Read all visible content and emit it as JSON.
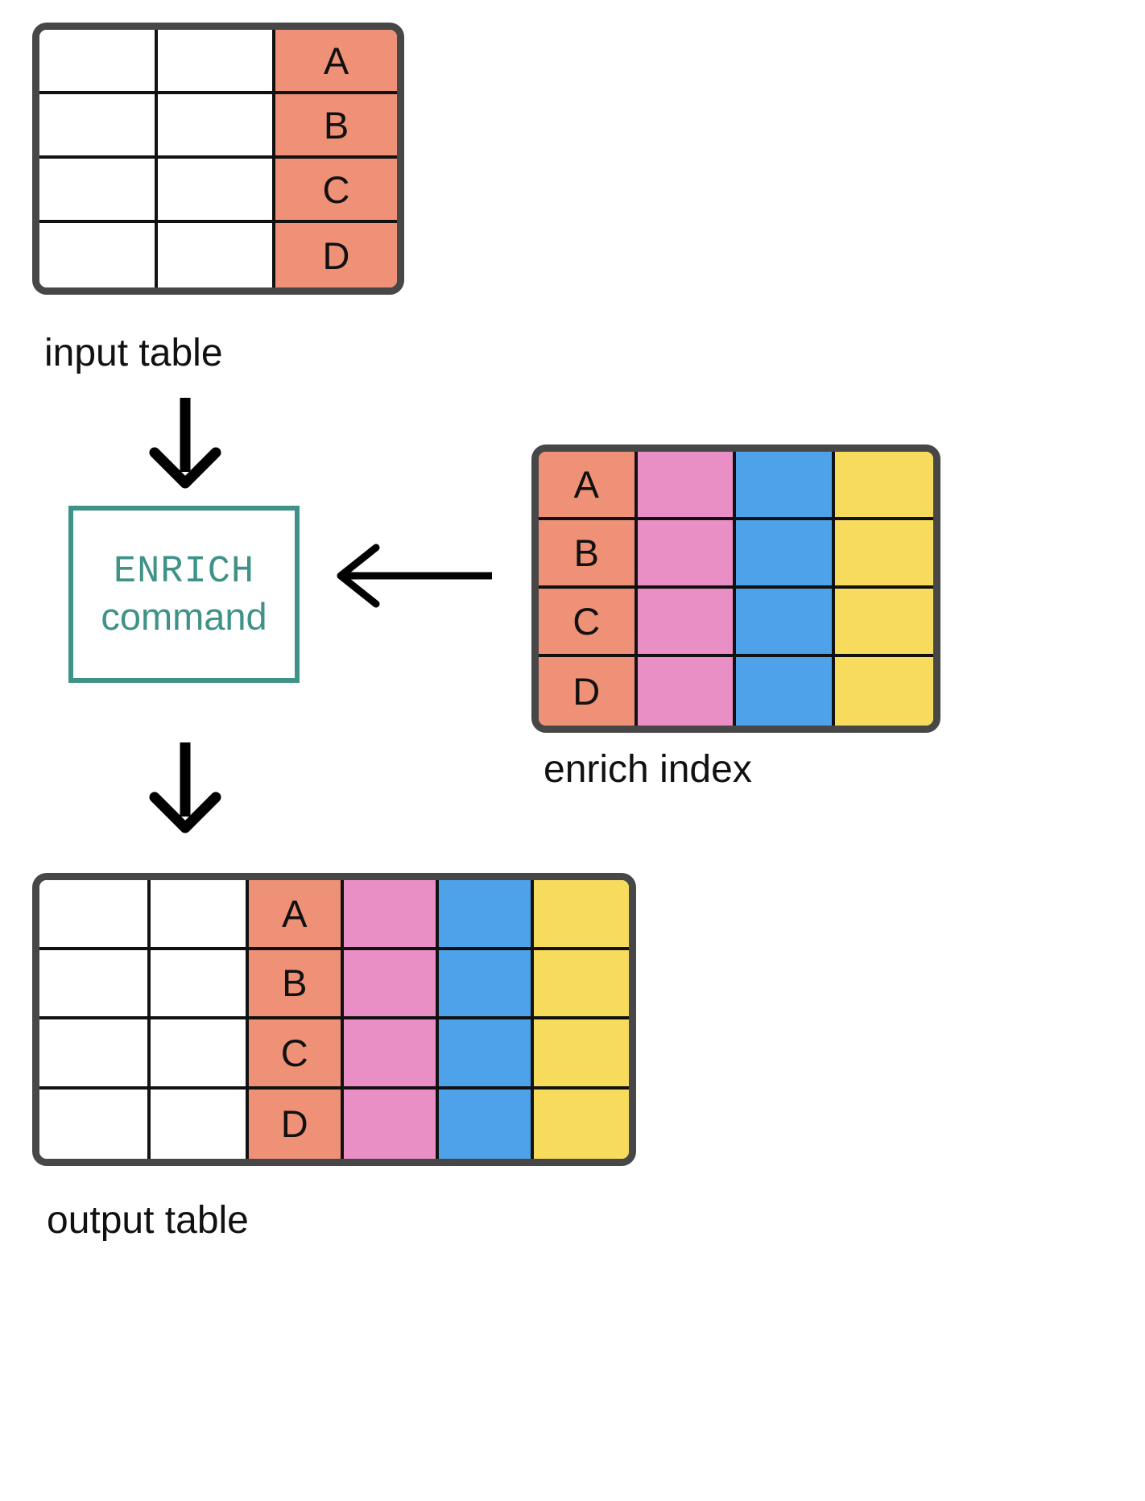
{
  "diagram": {
    "title": "ENRICH command diagram",
    "colors": {
      "border": "#474747",
      "gridline": "#111111",
      "salmon": "#ee9176",
      "pink": "#ea8fc5",
      "blue": "#4da2ea",
      "yellow": "#f7db5c",
      "teal": "#3f9287",
      "arrow": "#000000",
      "background": "#ffffff"
    }
  },
  "input_table": {
    "caption": "input table",
    "columns": 3,
    "rows": [
      [
        {
          "text": "",
          "fill": "white"
        },
        {
          "text": "",
          "fill": "white"
        },
        {
          "text": "A",
          "fill": "salmon"
        }
      ],
      [
        {
          "text": "",
          "fill": "white"
        },
        {
          "text": "",
          "fill": "white"
        },
        {
          "text": "B",
          "fill": "salmon"
        }
      ],
      [
        {
          "text": "",
          "fill": "white"
        },
        {
          "text": "",
          "fill": "white"
        },
        {
          "text": "C",
          "fill": "salmon"
        }
      ],
      [
        {
          "text": "",
          "fill": "white"
        },
        {
          "text": "",
          "fill": "white"
        },
        {
          "text": "D",
          "fill": "salmon"
        }
      ]
    ]
  },
  "enrich_index_table": {
    "caption": "enrich index",
    "columns": 4,
    "rows": [
      [
        {
          "text": "A",
          "fill": "salmon"
        },
        {
          "text": "",
          "fill": "pink"
        },
        {
          "text": "",
          "fill": "blue"
        },
        {
          "text": "",
          "fill": "yellow"
        }
      ],
      [
        {
          "text": "B",
          "fill": "salmon"
        },
        {
          "text": "",
          "fill": "pink"
        },
        {
          "text": "",
          "fill": "blue"
        },
        {
          "text": "",
          "fill": "yellow"
        }
      ],
      [
        {
          "text": "C",
          "fill": "salmon"
        },
        {
          "text": "",
          "fill": "pink"
        },
        {
          "text": "",
          "fill": "blue"
        },
        {
          "text": "",
          "fill": "yellow"
        }
      ],
      [
        {
          "text": "D",
          "fill": "salmon"
        },
        {
          "text": "",
          "fill": "pink"
        },
        {
          "text": "",
          "fill": "blue"
        },
        {
          "text": "",
          "fill": "yellow"
        }
      ]
    ]
  },
  "output_table": {
    "caption": "output table",
    "columns": 6,
    "rows": [
      [
        {
          "text": "",
          "fill": "white"
        },
        {
          "text": "",
          "fill": "white"
        },
        {
          "text": "A",
          "fill": "salmon"
        },
        {
          "text": "",
          "fill": "pink"
        },
        {
          "text": "",
          "fill": "blue"
        },
        {
          "text": "",
          "fill": "yellow"
        }
      ],
      [
        {
          "text": "",
          "fill": "white"
        },
        {
          "text": "",
          "fill": "white"
        },
        {
          "text": "B",
          "fill": "salmon"
        },
        {
          "text": "",
          "fill": "pink"
        },
        {
          "text": "",
          "fill": "blue"
        },
        {
          "text": "",
          "fill": "yellow"
        }
      ],
      [
        {
          "text": "",
          "fill": "white"
        },
        {
          "text": "",
          "fill": "white"
        },
        {
          "text": "C",
          "fill": "salmon"
        },
        {
          "text": "",
          "fill": "pink"
        },
        {
          "text": "",
          "fill": "blue"
        },
        {
          "text": "",
          "fill": "yellow"
        }
      ],
      [
        {
          "text": "",
          "fill": "white"
        },
        {
          "text": "",
          "fill": "white"
        },
        {
          "text": "D",
          "fill": "salmon"
        },
        {
          "text": "",
          "fill": "pink"
        },
        {
          "text": "",
          "fill": "blue"
        },
        {
          "text": "",
          "fill": "yellow"
        }
      ]
    ]
  },
  "command_box": {
    "line1": "ENRICH",
    "line2": "command"
  },
  "arrows": [
    {
      "name": "arrow-input-to-command",
      "direction": "down"
    },
    {
      "name": "arrow-command-to-output",
      "direction": "down"
    },
    {
      "name": "arrow-index-to-command",
      "direction": "left"
    }
  ]
}
